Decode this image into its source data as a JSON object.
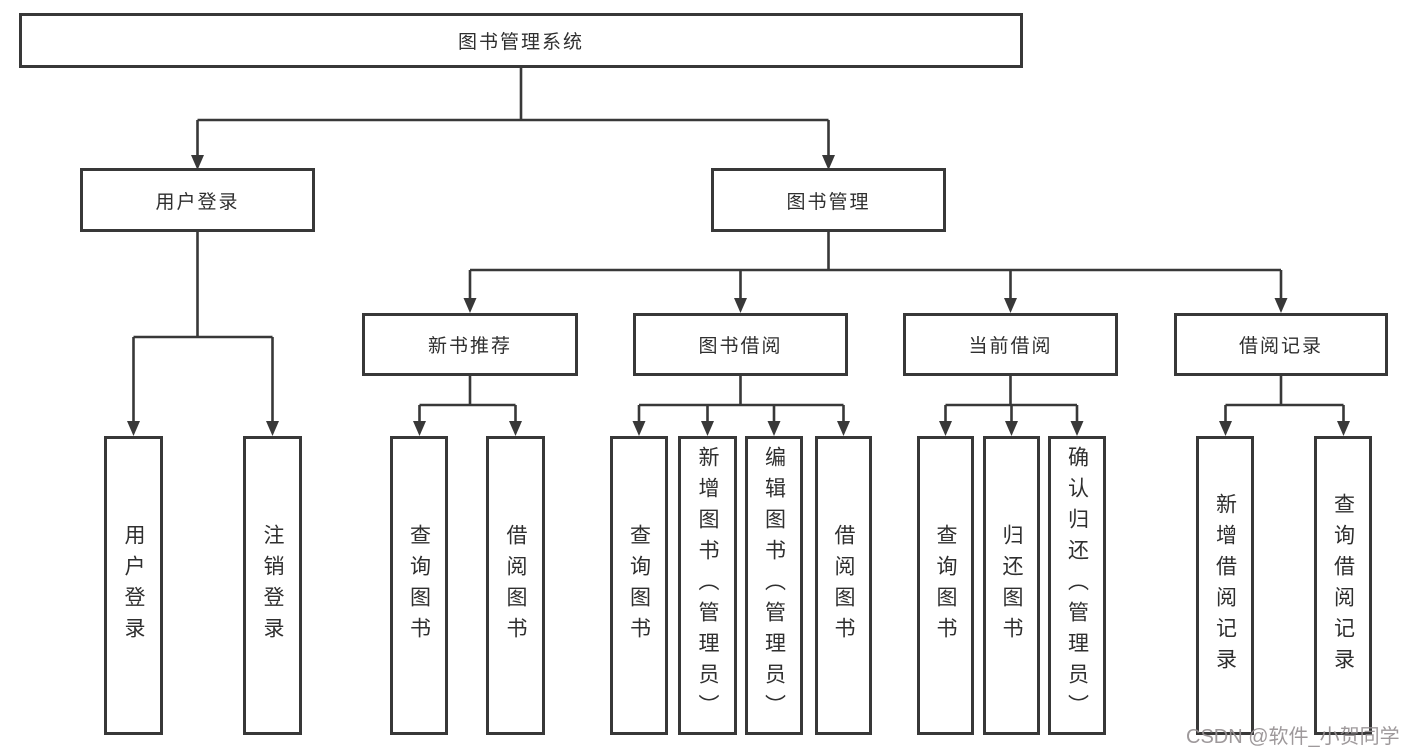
{
  "tree": {
    "root": {
      "label": "图书管理系统"
    },
    "level2": [
      {
        "label": "用户登录",
        "leaves": [
          {
            "label": "用户登录"
          },
          {
            "label": "注销登录"
          }
        ]
      },
      {
        "label": "图书管理",
        "groups": [
          {
            "label": "新书推荐",
            "leaves": [
              {
                "label": "查询图书"
              },
              {
                "label": "借阅图书"
              }
            ]
          },
          {
            "label": "图书借阅",
            "leaves": [
              {
                "label": "查询图书"
              },
              {
                "label": "新增图书（管理员）"
              },
              {
                "label": "编辑图书（管理员）"
              },
              {
                "label": "借阅图书"
              }
            ]
          },
          {
            "label": "当前借阅",
            "leaves": [
              {
                "label": "查询图书"
              },
              {
                "label": "归还图书"
              },
              {
                "label": "确认归还（管理员）"
              }
            ]
          },
          {
            "label": "借阅记录",
            "leaves": [
              {
                "label": "新增借阅记录"
              },
              {
                "label": "查询借阅记录"
              }
            ]
          }
        ]
      }
    ]
  },
  "watermark": {
    "text": "CSDN @软件_小贺同学"
  },
  "colors": {
    "line": "#383838",
    "box_border": "#383838",
    "text": "#2f2f2f",
    "background": "#ffffff",
    "watermark": "#969092"
  }
}
